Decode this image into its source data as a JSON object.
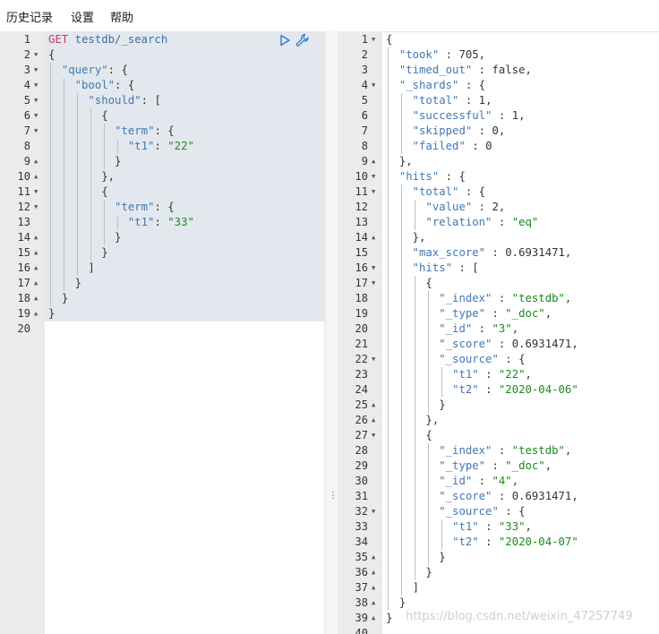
{
  "menu": {
    "history": "历史记录",
    "settings": "设置",
    "help": "帮助"
  },
  "request": {
    "method": "GET",
    "path": "testdb/_search",
    "line_numbers": [
      "1",
      "2",
      "3",
      "4",
      "5",
      "6",
      "7",
      "8",
      "9",
      "10",
      "11",
      "12",
      "13",
      "14",
      "15",
      "16",
      "17",
      "18",
      "19",
      "20"
    ],
    "lines": [
      "{",
      "  \"query\": {",
      "    \"bool\": {",
      "      \"should\": [",
      "        {",
      "          \"term\": {",
      "            \"t1\": \"22\"",
      "          }",
      "        },",
      "        {",
      "          \"term\": {",
      "            \"t1\": \"33\"",
      "          }",
      "        }",
      "      ]",
      "    }",
      "  }",
      "}"
    ]
  },
  "response": {
    "line_numbers": [
      "1",
      "2",
      "3",
      "4",
      "5",
      "6",
      "7",
      "8",
      "9",
      "10",
      "11",
      "12",
      "13",
      "14",
      "15",
      "16",
      "17",
      "18",
      "19",
      "20",
      "21",
      "22",
      "23",
      "24",
      "25",
      "26",
      "27",
      "28",
      "29",
      "30",
      "31",
      "32",
      "33",
      "34",
      "35",
      "36",
      "37",
      "38",
      "39",
      "40"
    ],
    "lines": [
      "{",
      "  \"took\" : 705,",
      "  \"timed_out\" : false,",
      "  \"_shards\" : {",
      "    \"total\" : 1,",
      "    \"successful\" : 1,",
      "    \"skipped\" : 0,",
      "    \"failed\" : 0",
      "  },",
      "  \"hits\" : {",
      "    \"total\" : {",
      "      \"value\" : 2,",
      "      \"relation\" : \"eq\"",
      "    },",
      "    \"max_score\" : 0.6931471,",
      "    \"hits\" : [",
      "      {",
      "        \"_index\" : \"testdb\",",
      "        \"_type\" : \"_doc\",",
      "        \"_id\" : \"3\",",
      "        \"_score\" : 0.6931471,",
      "        \"_source\" : {",
      "          \"t1\" : \"22\",",
      "          \"t2\" : \"2020-04-06\"",
      "        }",
      "      },",
      "      {",
      "        \"_index\" : \"testdb\",",
      "        \"_type\" : \"_doc\",",
      "        \"_id\" : \"4\",",
      "        \"_score\" : 0.6931471,",
      "        \"_source\" : {",
      "          \"t1\" : \"33\",",
      "          \"t2\" : \"2020-04-07\"",
      "        }",
      "      }",
      "    ]",
      "  }",
      "}",
      ""
    ]
  },
  "divider_handle": "⋮",
  "watermark": "https://blog.csdn.net/weixin_47257749",
  "colors": {
    "key": "#4078b3",
    "string": "#1a8c1a",
    "method": "#c23c57",
    "accent_icon": "#2a7bd4"
  },
  "icons": {
    "run": "play-icon",
    "settings": "wrench-icon"
  }
}
